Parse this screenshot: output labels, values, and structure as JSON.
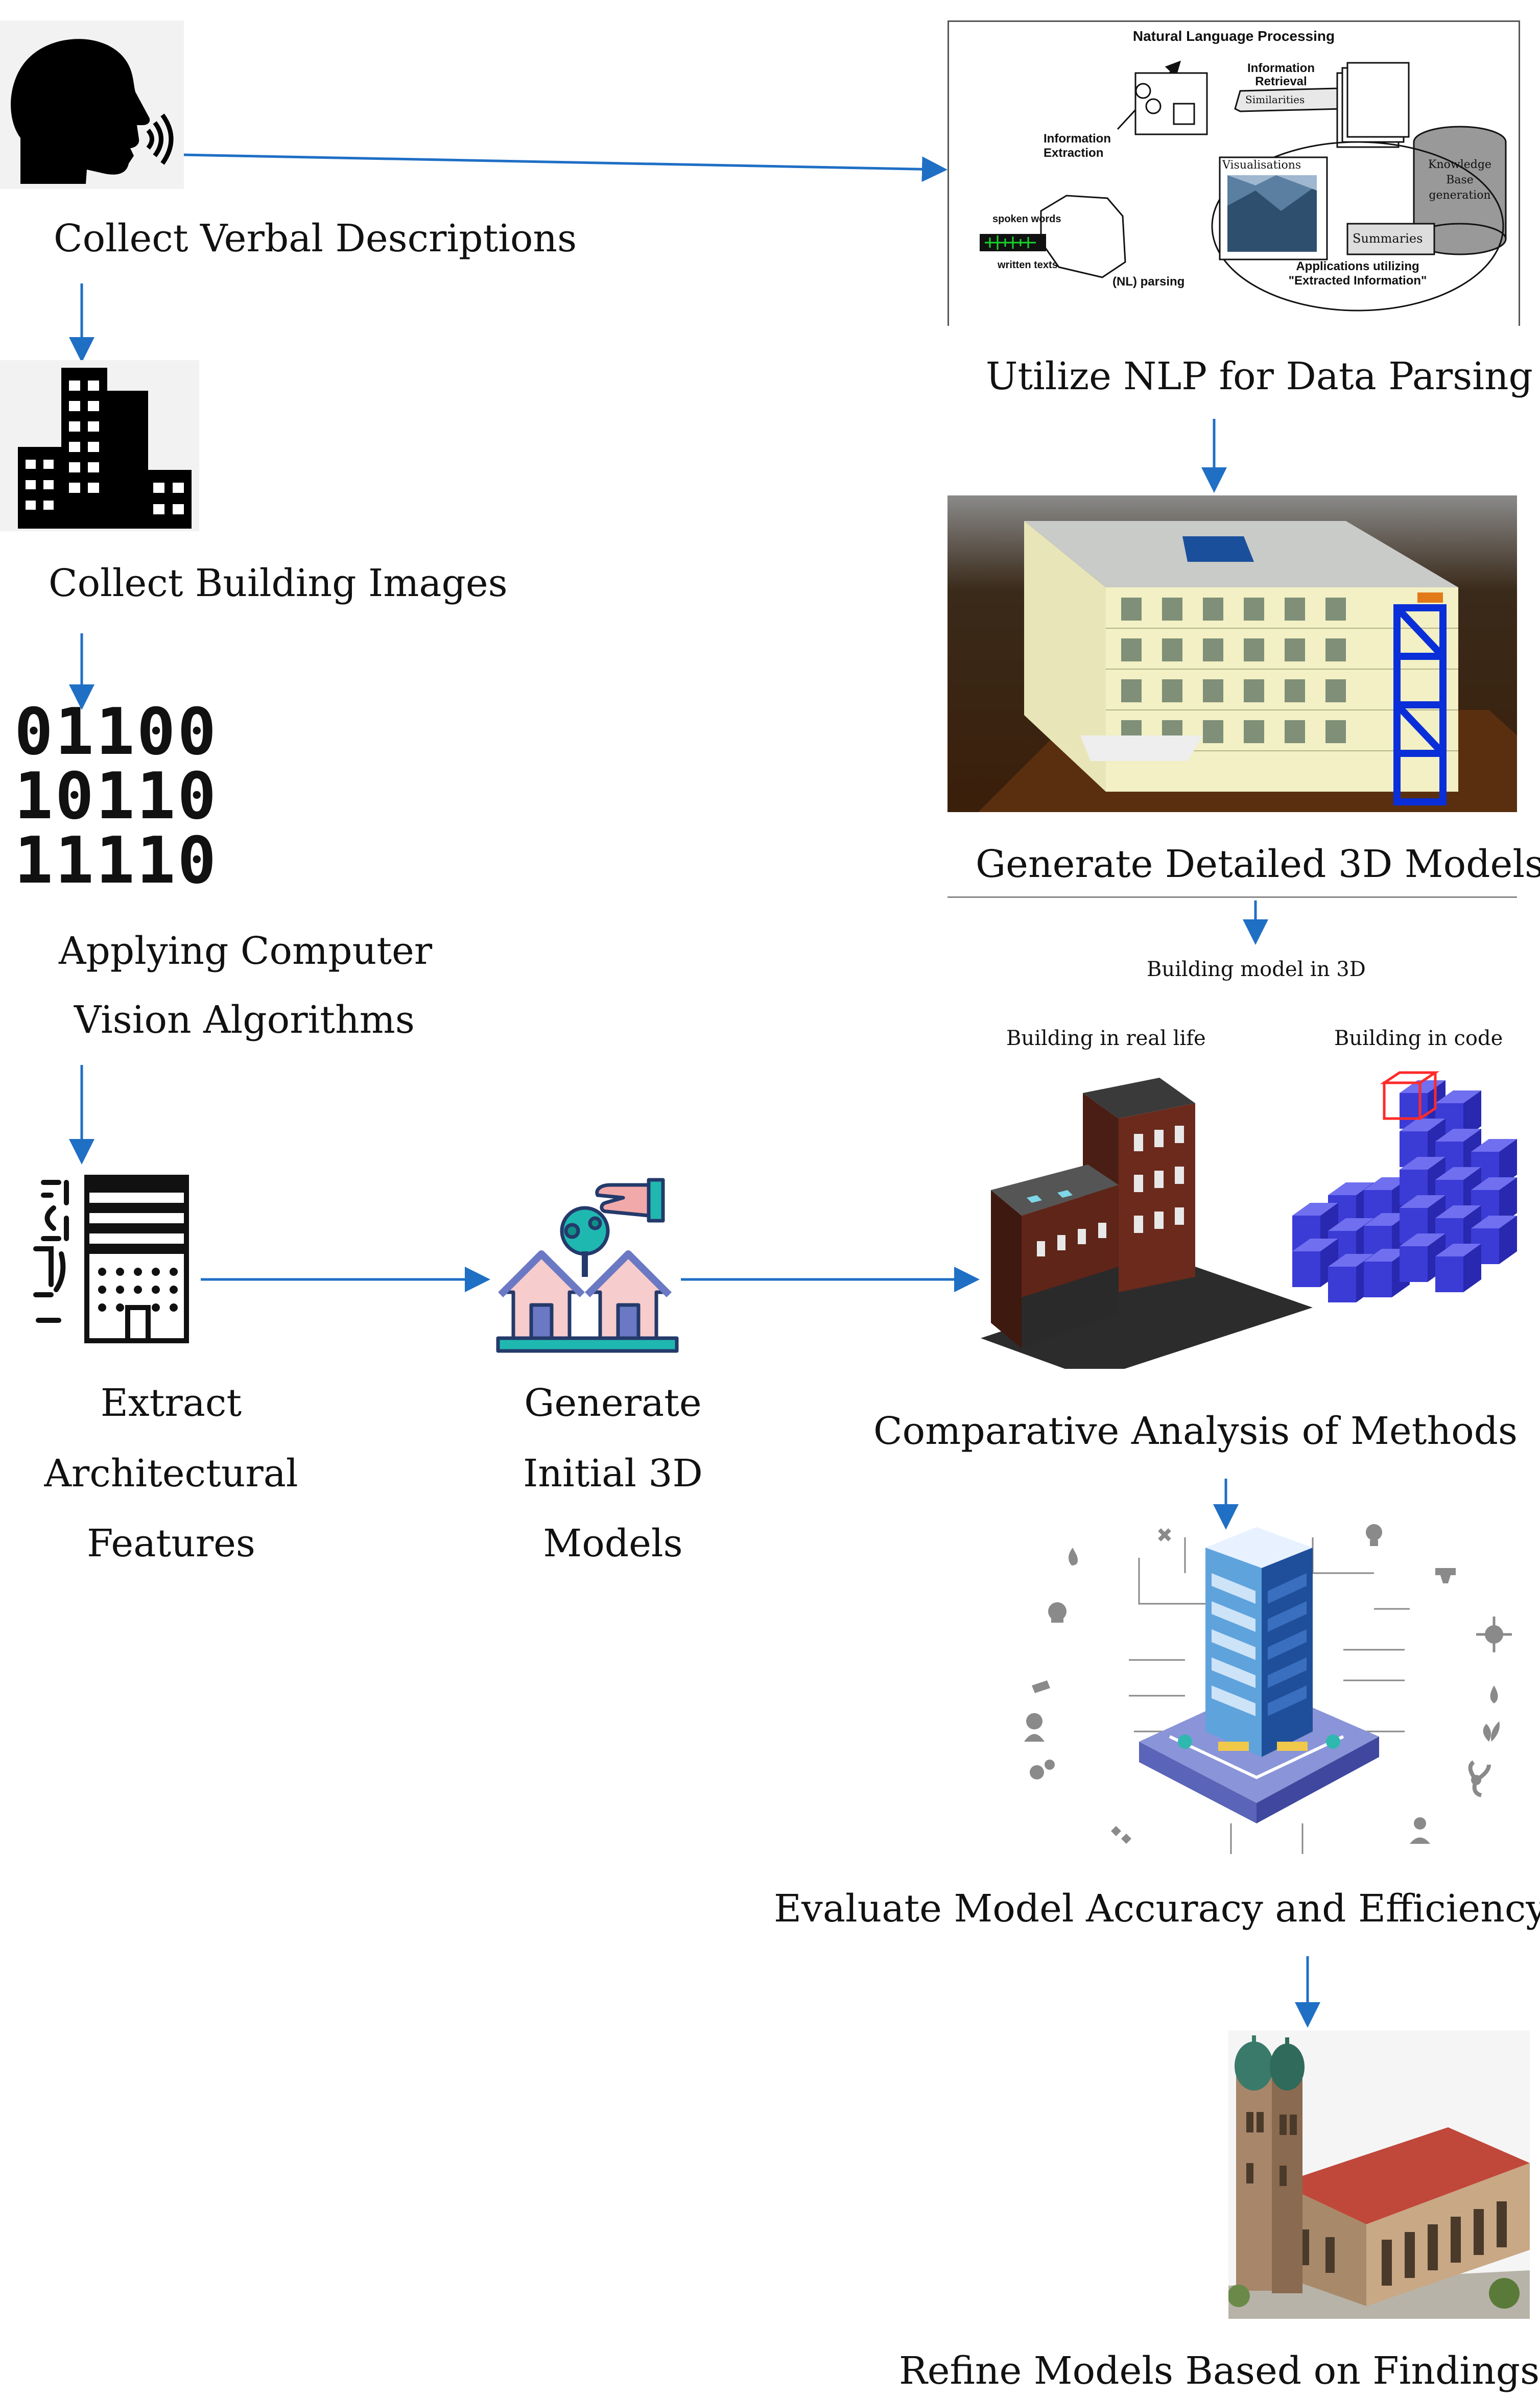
{
  "steps": {
    "verbal": "Collect Verbal Descriptions",
    "images": "Collect Building Images",
    "cv_line1": "Applying Computer",
    "cv_line2": "Vision Algorithms",
    "extract_line1": "Extract",
    "extract_line2": "Architectural",
    "extract_line3": "Features",
    "initial_line1": "Generate",
    "initial_line2": "Initial 3D",
    "initial_line3": "Models",
    "nlp": "Utilize NLP for Data Parsing",
    "detailed": "Generate Detailed 3D Models",
    "comparative": "Comparative Analysis of Methods",
    "evaluate": "Evaluate Model Accuracy and Efficiency",
    "refine": "Refine Models Based on Findings"
  },
  "binary": {
    "row1": "01100",
    "row2": "10110",
    "row3": "11110"
  },
  "nlp_diagram": {
    "title": "Natural Language Processing",
    "info_retrieval_1": "Information",
    "info_retrieval_2": "Retrieval",
    "similarities": "Similarities",
    "info_extraction_1": "Information",
    "info_extraction_2": "Extraction",
    "visualisations": "Visualisations",
    "kb_1": "Knowledge",
    "kb_2": "Base",
    "kb_3": "generation",
    "summaries": "Summaries",
    "spoken": "spoken words",
    "written": "written texts",
    "parsing": "(NL) parsing",
    "apps_1": "Applications utilizing",
    "apps_2": "\"Extracted Information\""
  },
  "comparison": {
    "heading": "Building model in 3D",
    "real_life": "Building in real life",
    "in_code": "Building in code"
  },
  "colors": {
    "arrow": "#1f6fc5",
    "grid_blue": "#3b3bd6",
    "roof_red": "#c0483a"
  }
}
